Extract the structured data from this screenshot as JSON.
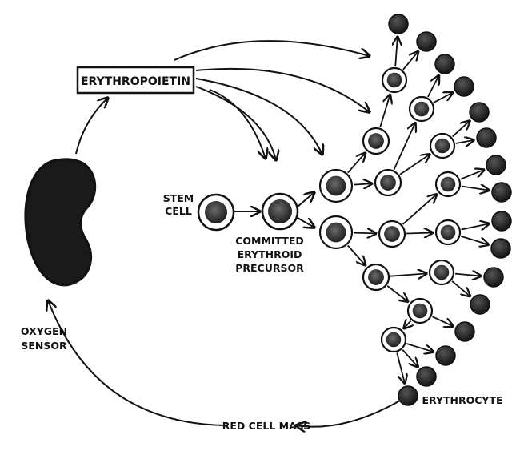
{
  "labels": {
    "epo": "ERYTHROPOIETIN",
    "stem_1": "STEM",
    "stem_2": "CELL",
    "committed_1": "COMMITTED",
    "committed_2": "ERYTHROID",
    "committed_3": "PRECURSOR",
    "oxygen_1": "OXYGEN",
    "oxygen_2": "SENSOR",
    "erythrocyte": "ERYTHROCYTE",
    "red_cell_mass": "RED CELL MASS"
  },
  "colors": {
    "ink": "#111111",
    "cell_fill": "#2a2a2a",
    "kidney": "#1a1a1a",
    "paper": "#ffffff"
  },
  "icons": {
    "kidney": "kidney-icon",
    "cell": "cell-icon",
    "arrow": "arrow-icon"
  }
}
